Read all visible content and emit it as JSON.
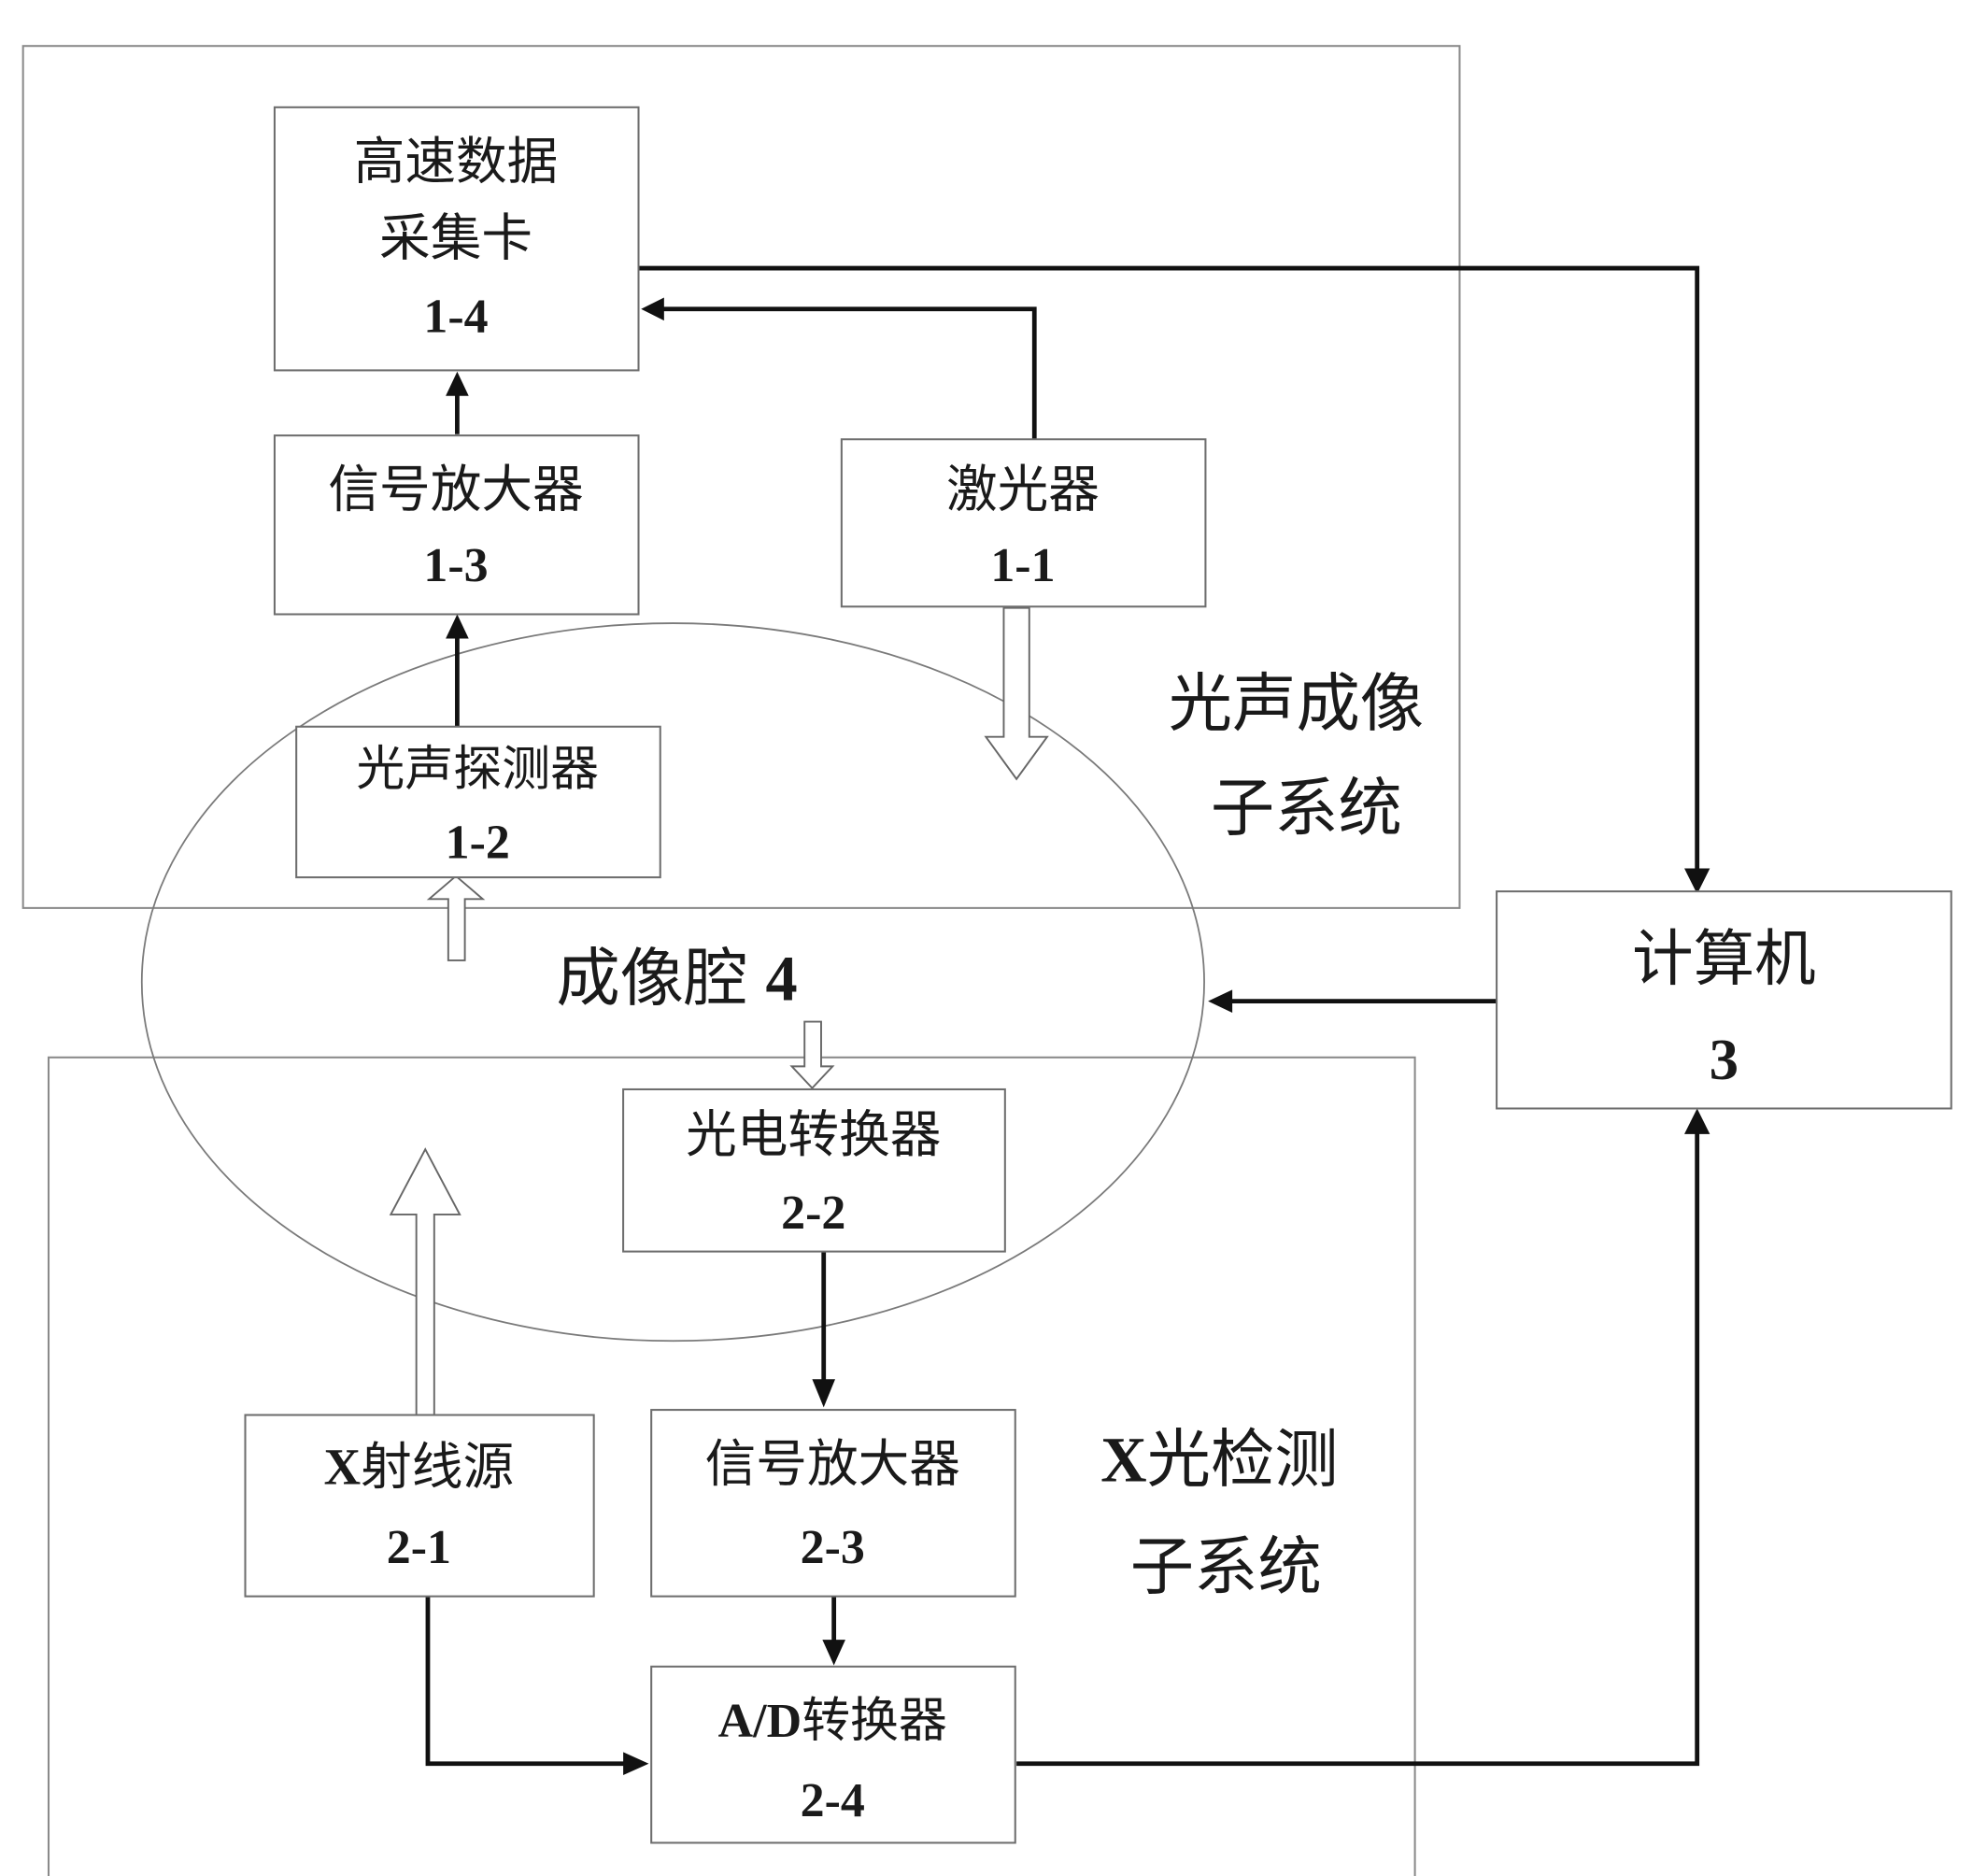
{
  "diagram": {
    "subsystems": {
      "photoacoustic": {
        "line1": "光声成像",
        "line2": "子系统"
      },
      "xray": {
        "line1_prefix": "X",
        "line1": "光检测",
        "line2": "子系统"
      }
    },
    "cavity": {
      "label": "成像腔",
      "id": "4"
    },
    "computer": {
      "label": "计算机",
      "id": "3"
    },
    "blocks": {
      "b14": {
        "line1": "高速数据",
        "line2": "采集卡",
        "id": "1-4"
      },
      "b13": {
        "line1": "信号放大器",
        "id": "1-3"
      },
      "b11": {
        "line1": "激光器",
        "id": "1-1"
      },
      "b12": {
        "line1": "光声探测器",
        "id": "1-2"
      },
      "b22": {
        "line1": "光电转换器",
        "id": "2-2"
      },
      "b21": {
        "prefix": "X",
        "line1": "射线源",
        "id": "2-1"
      },
      "b23": {
        "line1": "信号放大器",
        "id": "2-3"
      },
      "b24": {
        "prefix": "A/D",
        "line1": "转换器",
        "id": "2-4"
      }
    }
  }
}
